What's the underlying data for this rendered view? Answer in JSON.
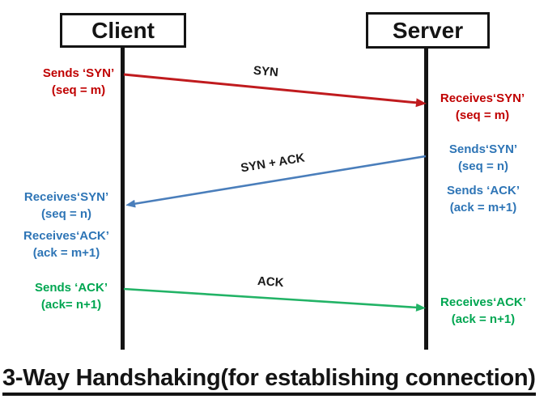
{
  "title": "3-Way Handshaking(for establishing connection)",
  "colors": {
    "red_text": "#c00000",
    "blue_text": "#2e75b6",
    "green_text": "#00a651",
    "red_arrow": "#c01b1e",
    "blue_arrow": "#4a7ebb",
    "green_arrow": "#22b366",
    "black": "#141414"
  },
  "actors": {
    "client": "Client",
    "server": "Server"
  },
  "arrows": {
    "syn": {
      "label": "SYN"
    },
    "synack": {
      "label": "SYN + ACK"
    },
    "ack": {
      "label": "ACK"
    }
  },
  "notes": {
    "client_syn": {
      "l1": "Sends ‘SYN’",
      "l2": "(seq = m)"
    },
    "server_syn": {
      "l1": "Receives‘SYN’",
      "l2": "(seq = m)"
    },
    "server_sendsyn": {
      "l1": "Sends‘SYN’",
      "l2": "(seq = n)"
    },
    "server_sendack": {
      "l1": "Sends ‘ACK’",
      "l2": "(ack = m+1)"
    },
    "client_recvsyn": {
      "l1": "Receives‘SYN’",
      "l2": "(seq = n)"
    },
    "client_recvack": {
      "l1": "Receives‘ACK’",
      "l2": "(ack = m+1)"
    },
    "client_sendack": {
      "l1": "Sends ‘ACK’",
      "l2": "(ack= n+1)"
    },
    "server_recvack": {
      "l1": "Receives‘ACK’",
      "l2": "(ack = n+1)"
    }
  }
}
